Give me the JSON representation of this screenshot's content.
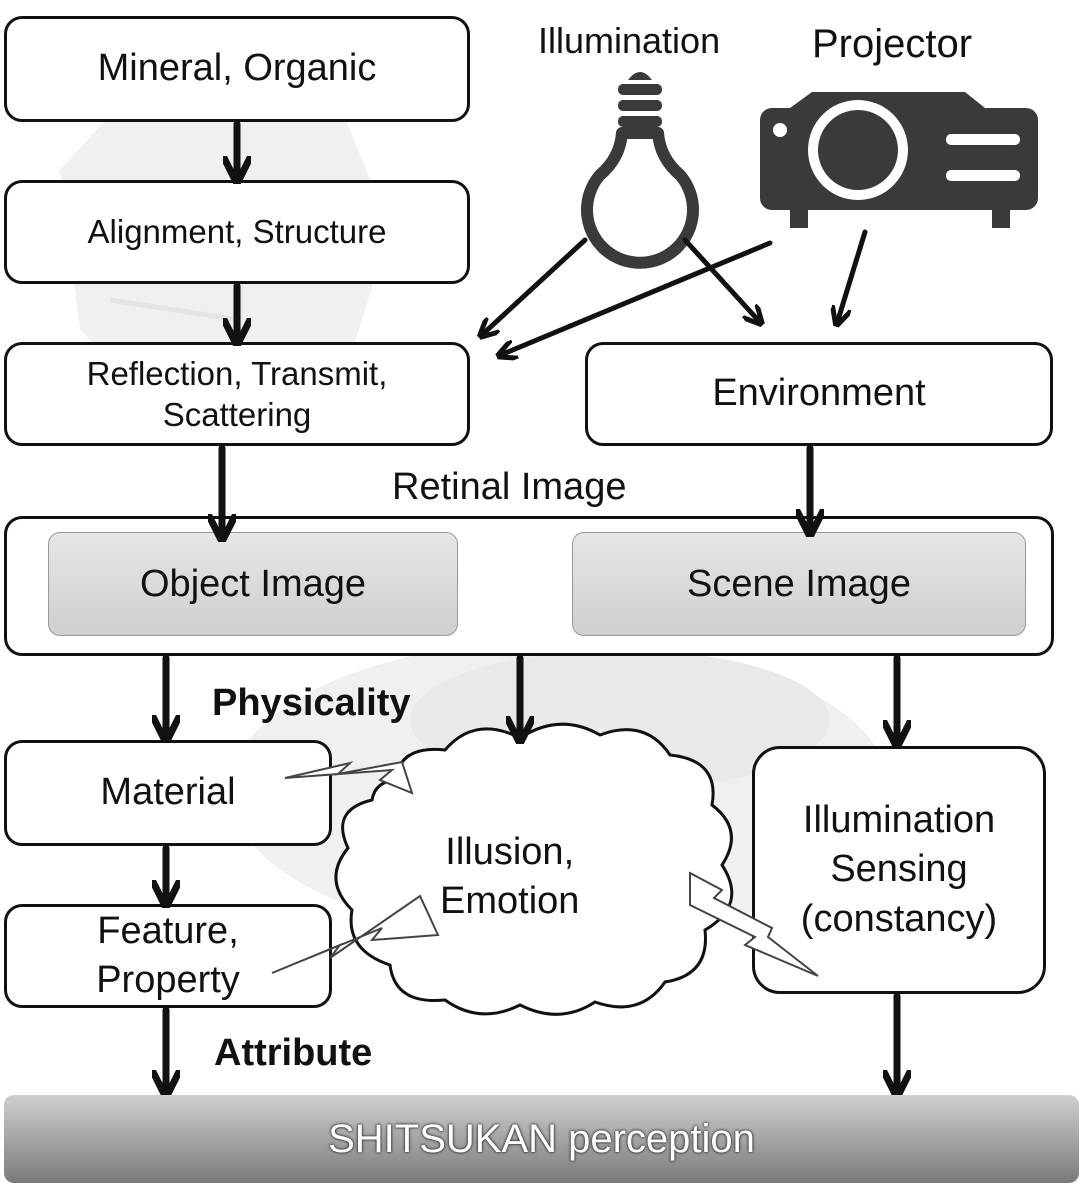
{
  "labels": {
    "illumination": "Illumination",
    "projector": "Projector",
    "retinal_image": "Retinal Image",
    "physicality": "Physicality",
    "attribute": "Attribute"
  },
  "boxes": {
    "mineral": "Mineral, Organic",
    "alignment": "Alignment, Structure",
    "reflection_line1": "Reflection, Transmit,",
    "reflection_line2": "Scattering",
    "environment": "Environment",
    "object_image": "Object Image",
    "scene_image": "Scene Image",
    "material": "Material",
    "feature_line1": "Feature,",
    "feature_line2": "Property",
    "illusion_line1": "Illusion,",
    "illusion_line2": "Emotion",
    "illum_sensing_line1": "Illumination",
    "illum_sensing_line2": "Sensing",
    "illum_sensing_line3": "(constancy)"
  },
  "banner": "SHITSUKAN perception",
  "icons": [
    "light-bulb-icon",
    "projector-icon"
  ],
  "colors": {
    "stroke": "#111111",
    "icon": "#3a3a3a",
    "inner_fill": "#dcdcdc",
    "banner_top": "#d0d0d0",
    "banner_bottom": "#7a7a7a"
  }
}
